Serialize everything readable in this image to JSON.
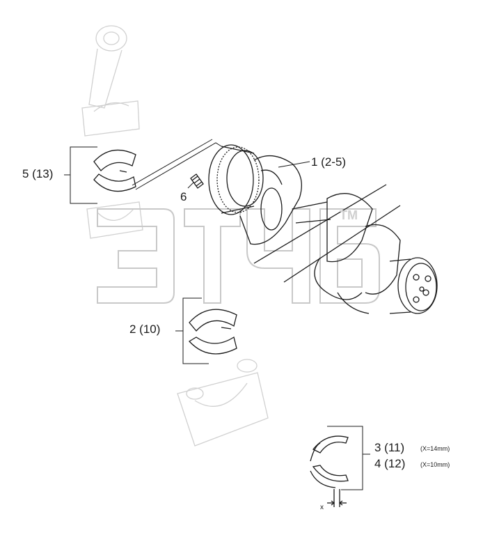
{
  "callouts": {
    "crankshaft": "1 (2-5)",
    "main_bearing": "2 (10)",
    "thrust_washer_a": "3 (11)",
    "thrust_washer_a_note": "(X=14mm)",
    "thrust_washer_b": "4 (12)",
    "thrust_washer_b_note": "(X=10mm)",
    "rod_bearing": "5 (13)",
    "pin": "6",
    "dimension_x": "x"
  },
  "watermark": {
    "mark": "TM",
    "logo_text": "ЭТЧБ"
  },
  "colors": {
    "line": "#1a1a1a",
    "ghost": "#d0d0d0",
    "watermark": "#c8c8c8"
  }
}
